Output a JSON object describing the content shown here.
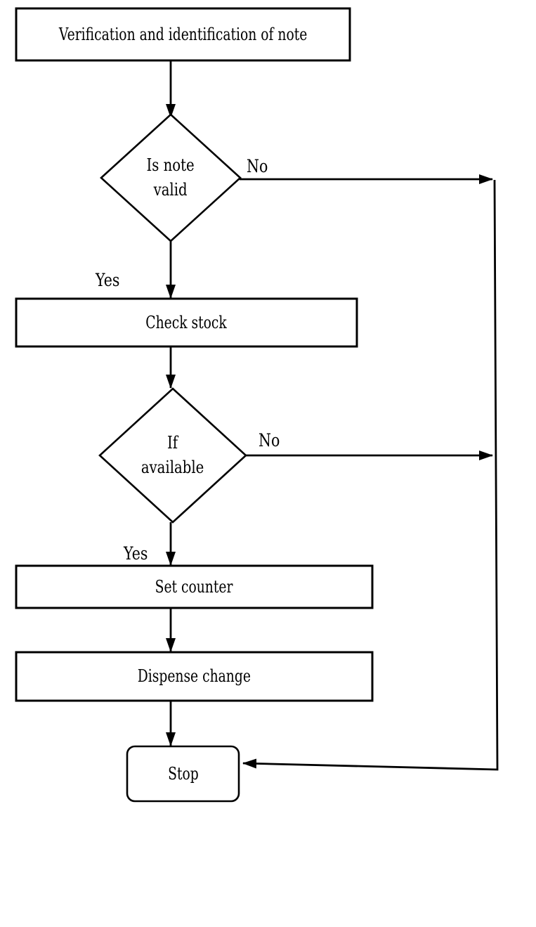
{
  "diagram": {
    "colors": {
      "background": "#ffffff",
      "stroke": "#000000",
      "text": "#000000"
    },
    "nodes": {
      "start": {
        "shape": "rectangle",
        "label": "Verification and identification of note"
      },
      "decision_note_valid": {
        "shape": "diamond",
        "lines": [
          "Is note",
          "valid"
        ]
      },
      "check_stock": {
        "shape": "rectangle",
        "label": "Check stock"
      },
      "decision_available": {
        "shape": "diamond",
        "lines": [
          "If",
          "available"
        ]
      },
      "set_counter": {
        "shape": "rectangle",
        "label": "Set counter"
      },
      "dispense_change": {
        "shape": "rectangle",
        "label": "Dispense change"
      },
      "stop": {
        "shape": "rounded-rectangle",
        "label": "Stop"
      }
    },
    "edge_labels": {
      "note_valid_no": "No",
      "note_valid_yes": "Yes",
      "available_no": "No",
      "available_yes": "Yes"
    }
  }
}
